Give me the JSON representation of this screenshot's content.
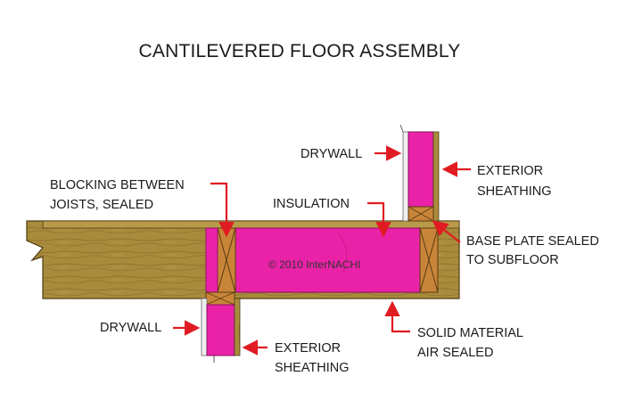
{
  "title": "CANTILEVERED FLOOR ASSEMBLY",
  "labels": {
    "drywall_upper": "DRYWALL",
    "exterior_sheathing_upper": [
      "EXTERIOR",
      "SHEATHING"
    ],
    "blocking": [
      "BLOCKING BETWEEN",
      "JOISTS, SEALED"
    ],
    "insulation": "INSULATION",
    "base_plate": [
      "BASE PLATE SEALED",
      "TO SUBFLOOR"
    ],
    "drywall_lower": "DRYWALL",
    "exterior_sheathing_lower": [
      "EXTERIOR",
      "SHEATHING"
    ],
    "solid_material": [
      "SOLID MATERIAL",
      "AIR SEALED"
    ]
  },
  "copyright": "© 2010  InterNACHI",
  "colors": {
    "wood": "#a88a3a",
    "wood_dark": "#6d5520",
    "insulation": "#ea22a8",
    "arrow": "#e01b22",
    "plate": "#c8853a"
  }
}
